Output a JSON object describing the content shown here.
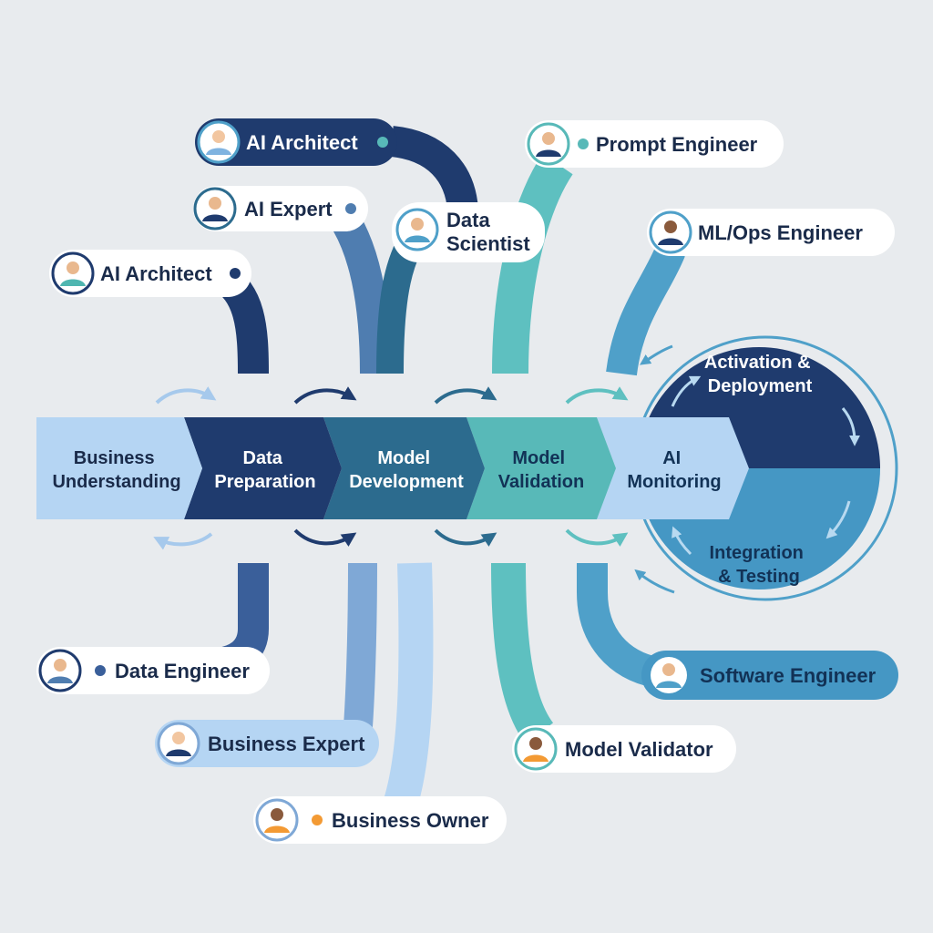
{
  "colors": {
    "navy": "#1f3b6e",
    "dark_blue": "#3a5f9a",
    "steel_blue": "#4f7db0",
    "teal": "#2c6b8e",
    "aqua": "#58b9b8",
    "sky": "#4fa0c9",
    "light_blue": "#b5d5f3",
    "pale_blue": "#a6c9ec",
    "orange": "#f39a34",
    "background": "#e8ebee"
  },
  "stages": [
    {
      "line1": "Business",
      "line2": "Understanding"
    },
    {
      "line1": "Data",
      "line2": "Preparation"
    },
    {
      "line1": "Model",
      "line2": "Development"
    },
    {
      "line1": "Model",
      "line2": "Validation"
    },
    {
      "line1": "AI",
      "line2": "Monitoring"
    }
  ],
  "cycle": {
    "top": {
      "line1": "Activation &",
      "line2": "Deployment"
    },
    "bottom": {
      "line1": "Integration",
      "line2": "& Testing"
    }
  },
  "roles": {
    "ai_architect_top": "AI Architect",
    "ai_expert": "AI Expert",
    "ai_architect_left": "AI Architect",
    "data_scientist": {
      "line1": "Data",
      "line2": "Scientist"
    },
    "prompt_engineer": "Prompt Engineer",
    "mlops_engineer": "ML/Ops Engineer",
    "data_engineer": "Data Engineer",
    "business_expert": "Business Expert",
    "business_owner": "Business Owner",
    "model_validator": "Model Validator",
    "software_engineer": "Software Engineer"
  },
  "icons": {
    "person": "person-avatar-icon",
    "dot": "dot-icon",
    "arrow": "curved-arrow-icon"
  }
}
